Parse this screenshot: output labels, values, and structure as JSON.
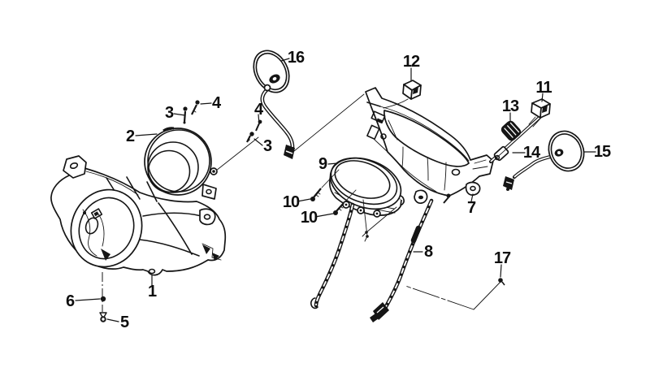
{
  "figure": {
    "type": "exploded-parts-diagram",
    "background_color": "#ffffff",
    "ink_color": "#151515"
  },
  "callouts": [
    {
      "id": "16",
      "number": "16"
    },
    {
      "id": "2",
      "number": "2"
    },
    {
      "id": "3a",
      "number": "3"
    },
    {
      "id": "4a",
      "number": "4"
    },
    {
      "id": "4b",
      "number": "4"
    },
    {
      "id": "3b",
      "number": "3"
    },
    {
      "id": "1",
      "number": "1"
    },
    {
      "id": "6",
      "number": "6"
    },
    {
      "id": "5",
      "number": "5"
    },
    {
      "id": "12",
      "number": "12"
    },
    {
      "id": "11",
      "number": "11"
    },
    {
      "id": "13",
      "number": "13"
    },
    {
      "id": "14",
      "number": "14"
    },
    {
      "id": "15",
      "number": "15"
    },
    {
      "id": "9",
      "number": "9"
    },
    {
      "id": "10a",
      "number": "10"
    },
    {
      "id": "10b",
      "number": "10"
    },
    {
      "id": "7",
      "number": "7"
    },
    {
      "id": "8",
      "number": "8"
    },
    {
      "id": "17",
      "number": "17"
    }
  ]
}
